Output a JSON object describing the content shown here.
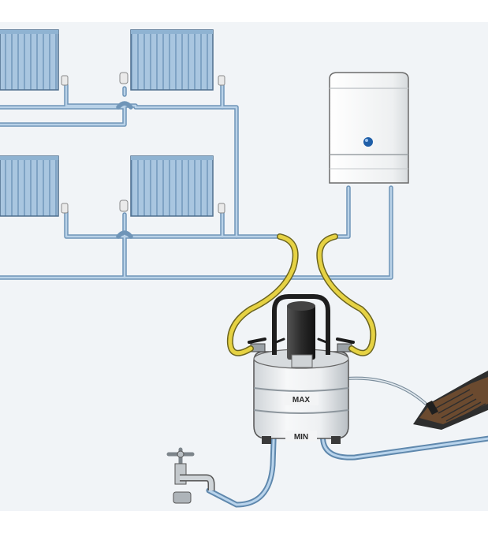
{
  "diagram": {
    "labels": {
      "max": "MAX",
      "min": "MIN"
    },
    "components": [
      "radiator-top-left",
      "radiator-top-right",
      "radiator-bottom-left",
      "radiator-bottom-right",
      "boiler",
      "flushing-pump",
      "water-tap",
      "floor-drain"
    ],
    "colors": {
      "background": "#f1f4f7",
      "radiator": "#a9c6e0",
      "pipe": "#8fb3d2",
      "hose_yellow": "#e6d243",
      "boiler": "#f3f3f3",
      "boiler_indicator": "#1f5fa8",
      "pump_lid": "#2b2b2b",
      "drain": "#2e2e2e"
    }
  }
}
